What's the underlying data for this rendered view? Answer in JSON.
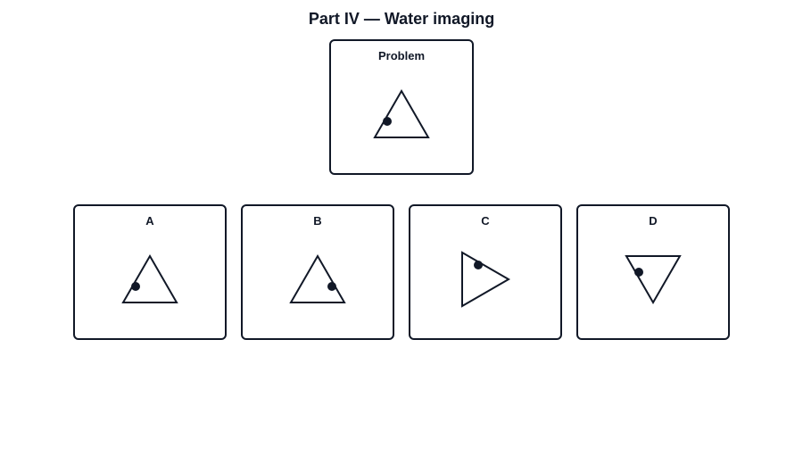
{
  "title": "Part IV — Water imaging",
  "problem": {
    "label": "Problem"
  },
  "options": [
    {
      "label": "A"
    },
    {
      "label": "B"
    },
    {
      "label": "C"
    },
    {
      "label": "D"
    }
  ],
  "colors": {
    "ink": "#111827",
    "background": "#ffffff"
  }
}
